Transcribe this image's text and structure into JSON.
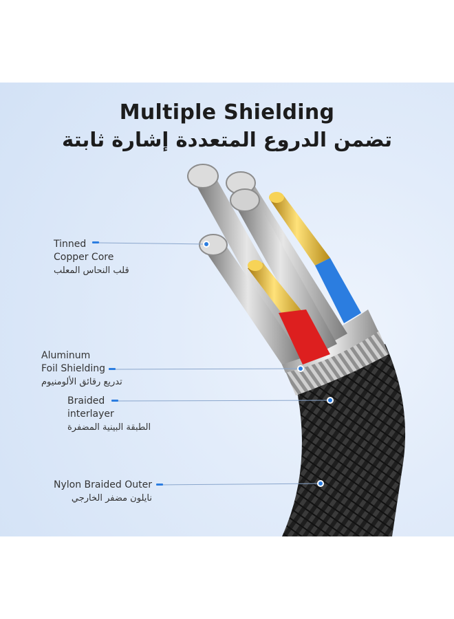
{
  "title": {
    "en": "Multiple Shielding",
    "ar": "تضمن الدروع المتعددة إشارة ثابتة"
  },
  "callouts": [
    {
      "line1": "Tinned",
      "line2": "Copper Core",
      "ar": "قلب النحاس المعلب"
    },
    {
      "line1": "Aluminum",
      "line2": "Foil Shielding",
      "ar": "تدريع رقائق الألومنيوم"
    },
    {
      "line1": "Braided",
      "line2": "interlayer",
      "ar": "الطبقة البينية المضفرة"
    },
    {
      "line1": "Nylon Braided Outer",
      "ar": "نايلون مضفر الخارجي"
    }
  ],
  "colors": {
    "accent": "#2b7de0",
    "title": "#1c1c1c",
    "background": "#dce8f8"
  }
}
